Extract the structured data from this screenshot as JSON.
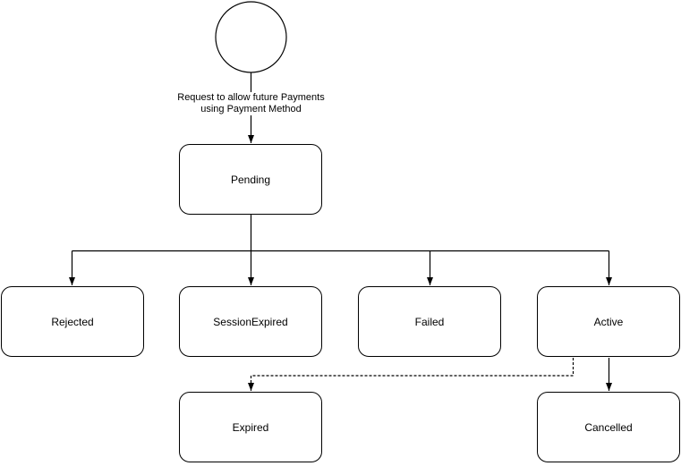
{
  "diagram": {
    "type": "state-diagram",
    "background_color": "#ffffff",
    "stroke_color": "#000000",
    "node_fill_color": "#ffffff",
    "text_color": "#000000",
    "start_node_shape": "circle",
    "start_edge_label": "Request to allow future Payments\nusing Payment Method",
    "nodes": {
      "pending": "Pending",
      "rejected": "Rejected",
      "session_expired": "SessionExpired",
      "failed": "Failed",
      "active": "Active",
      "expired": "Expired",
      "cancelled": "Cancelled"
    },
    "transitions": [
      {
        "from": "start",
        "to": "pending",
        "label": "Request to allow future Payments using Payment Method",
        "style": "solid"
      },
      {
        "from": "pending",
        "to": "rejected",
        "style": "solid"
      },
      {
        "from": "pending",
        "to": "session_expired",
        "style": "solid"
      },
      {
        "from": "pending",
        "to": "failed",
        "style": "solid"
      },
      {
        "from": "pending",
        "to": "active",
        "style": "solid"
      },
      {
        "from": "active",
        "to": "expired",
        "style": "dashed"
      },
      {
        "from": "active",
        "to": "cancelled",
        "style": "solid"
      }
    ]
  }
}
